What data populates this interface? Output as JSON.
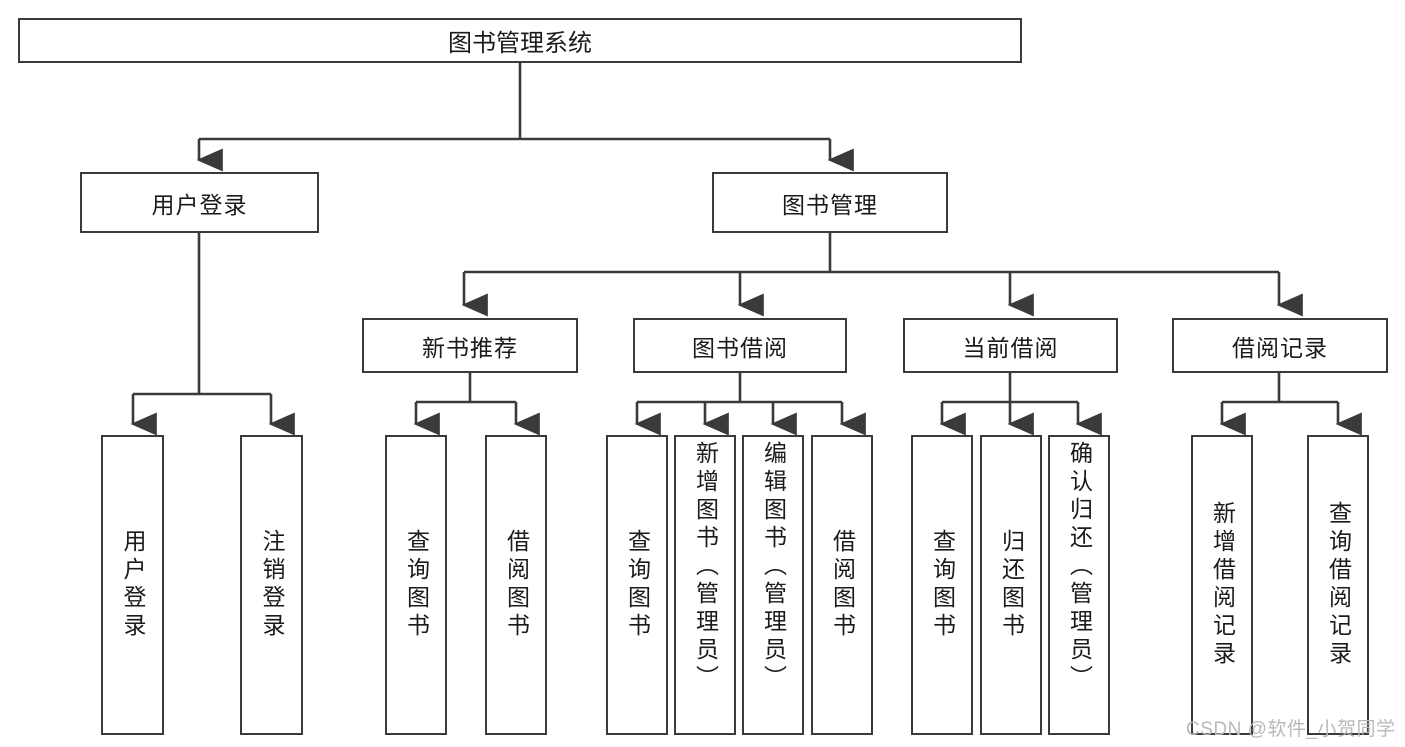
{
  "diagram": {
    "title": "图书管理系统",
    "watermark": "CSDN @软件_小贺同学",
    "edge_color": "#3a3a3a",
    "box_border_color": "#3a3a3a",
    "background_color": "#ffffff",
    "text_color": "#1b1b1b"
  },
  "nodes": {
    "root": {
      "label": "图书管理系统"
    },
    "level1": [
      {
        "label": "用户登录"
      },
      {
        "label": "图书管理"
      }
    ],
    "level2": [
      {
        "label": "新书推荐"
      },
      {
        "label": "图书借阅"
      },
      {
        "label": "当前借阅"
      },
      {
        "label": "借阅记录"
      }
    ],
    "leaves": {
      "user_login": [
        {
          "label": "用户登录"
        },
        {
          "label": "注销登录"
        }
      ],
      "new_book": [
        {
          "label": "查询图书"
        },
        {
          "label": "借阅图书"
        }
      ],
      "book_borrow": [
        {
          "label": "查询图书"
        },
        {
          "label": "新增图书（管理员）"
        },
        {
          "label": "编辑图书（管理员）"
        },
        {
          "label": "借阅图书"
        }
      ],
      "current_borrow": [
        {
          "label": "查询图书"
        },
        {
          "label": "归还图书"
        },
        {
          "label": "确认归还（管理员）"
        }
      ],
      "borrow_record": [
        {
          "label": "新增借阅记录"
        },
        {
          "label": "查询借阅记录"
        }
      ]
    }
  },
  "chart_data": {
    "type": "tree",
    "title": "图书管理系统",
    "root": "图书管理系统",
    "edges": [
      [
        "图书管理系统",
        "用户登录"
      ],
      [
        "图书管理系统",
        "图书管理"
      ],
      [
        "用户登录",
        "用户登录"
      ],
      [
        "用户登录",
        "注销登录"
      ],
      [
        "图书管理",
        "新书推荐"
      ],
      [
        "图书管理",
        "图书借阅"
      ],
      [
        "图书管理",
        "当前借阅"
      ],
      [
        "图书管理",
        "借阅记录"
      ],
      [
        "新书推荐",
        "查询图书"
      ],
      [
        "新书推荐",
        "借阅图书"
      ],
      [
        "图书借阅",
        "查询图书"
      ],
      [
        "图书借阅",
        "新增图书（管理员）"
      ],
      [
        "图书借阅",
        "编辑图书（管理员）"
      ],
      [
        "图书借阅",
        "借阅图书"
      ],
      [
        "当前借阅",
        "查询图书"
      ],
      [
        "当前借阅",
        "归还图书"
      ],
      [
        "当前借阅",
        "确认归还（管理员）"
      ],
      [
        "借阅记录",
        "新增借阅记录"
      ],
      [
        "借阅记录",
        "查询借阅记录"
      ]
    ]
  }
}
